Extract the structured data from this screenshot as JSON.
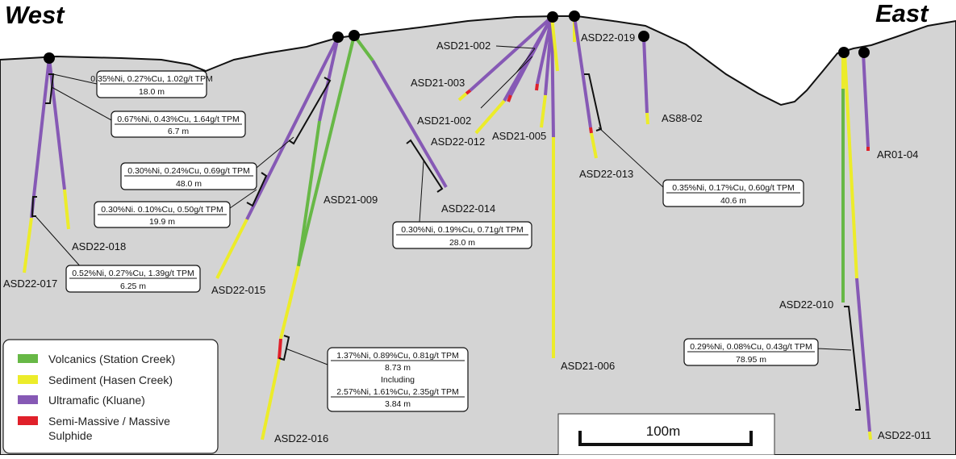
{
  "sides": {
    "west": "West",
    "east": "East"
  },
  "colors": {
    "volcanics": "#67b846",
    "sediment": "#ecec2a",
    "ultramafic": "#8659b5",
    "sulphide": "#e0202a",
    "ground": "#d4d4d4"
  },
  "legend": [
    {
      "key": "volcanics",
      "label": [
        "Volcanics (Station Creek)"
      ]
    },
    {
      "key": "sediment",
      "label": [
        "Sediment (Hasen Creek)"
      ]
    },
    {
      "key": "ultramafic",
      "label": [
        "Ultramafic (Kluane)"
      ]
    },
    {
      "key": "sulphide",
      "label": [
        "Semi-Massive / Massive",
        "Sulphide"
      ]
    }
  ],
  "scale_bar": {
    "label": "100m"
  },
  "holes": [
    "ASD22-017",
    "ASD22-018",
    "ASD22-015",
    "ASD21-009",
    "ASD22-016",
    "ASD22-014",
    "ASD21-002",
    "ASD21-003",
    "ASD21-002",
    "ASD22-012",
    "ASD21-005",
    "ASD21-006",
    "ASD22-019",
    "ASD22-013",
    "AS88-02",
    "AR01-04",
    "ASD22-010",
    "ASD22-011"
  ],
  "intercepts": [
    {
      "lines": [
        "0.35%Ni, 0.27%Cu, 1.02g/t TPM",
        "18.0 m"
      ]
    },
    {
      "lines": [
        "0.67%Ni, 0.43%Cu, 1.64g/t TPM",
        "6.7 m"
      ]
    },
    {
      "lines": [
        "0.30%Ni, 0.24%Cu, 0.69g/t TPM",
        "48.0 m"
      ]
    },
    {
      "lines": [
        "0.30%Ni. 0.10%Cu, 0.50g/t TPM",
        "19.9 m"
      ]
    },
    {
      "lines": [
        "0.52%Ni, 0.27%Cu, 1.39g/t TPM",
        "6.25 m"
      ]
    },
    {
      "lines": [
        "0.30%Ni, 0.19%Cu, 0.71g/t TPM",
        "28.0 m"
      ]
    },
    {
      "lines": [
        "1.37%Ni, 0.89%Cu, 0.81g/t TPM",
        "8.73 m",
        "Including",
        "2.57%Ni, 1.61%Cu, 2.35g/t TPM",
        "3.84 m"
      ]
    },
    {
      "lines": [
        "0.35%Ni, 0.17%Cu, 0.60g/t TPM",
        "40.6 m"
      ]
    },
    {
      "lines": [
        "0.29%Ni, 0.08%Cu, 0.43g/t TPM",
        "78.95 m"
      ]
    }
  ]
}
